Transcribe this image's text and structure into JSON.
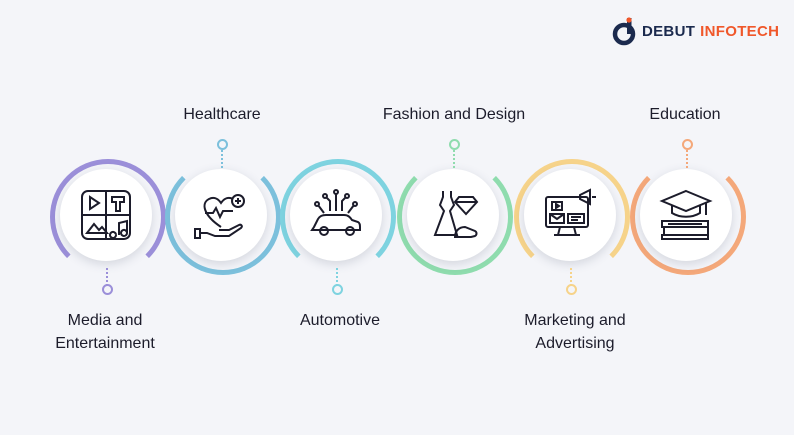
{
  "brand": {
    "name_part1": "DEBUT",
    "name_part2": "INFOTECH",
    "color_dark": "#1b2a4e",
    "color_accent": "#f0572a"
  },
  "items": [
    {
      "label": "Media and\nEntertainment",
      "icon": "media-entertainment-icon",
      "color": "#9b8fd9",
      "position": "below"
    },
    {
      "label": "Healthcare",
      "icon": "healthcare-icon",
      "color": "#7cc0dc",
      "position": "above"
    },
    {
      "label": "Automotive",
      "icon": "automotive-icon",
      "color": "#7ed3e0",
      "position": "below"
    },
    {
      "label": "Fashion and Design",
      "icon": "fashion-design-icon",
      "color": "#8fdcae",
      "position": "above"
    },
    {
      "label": "Marketing and\nAdvertising",
      "icon": "marketing-advertising-icon",
      "color": "#f6d38a",
      "position": "below"
    },
    {
      "label": "Education",
      "icon": "education-icon",
      "color": "#f4a87a",
      "position": "above"
    }
  ]
}
